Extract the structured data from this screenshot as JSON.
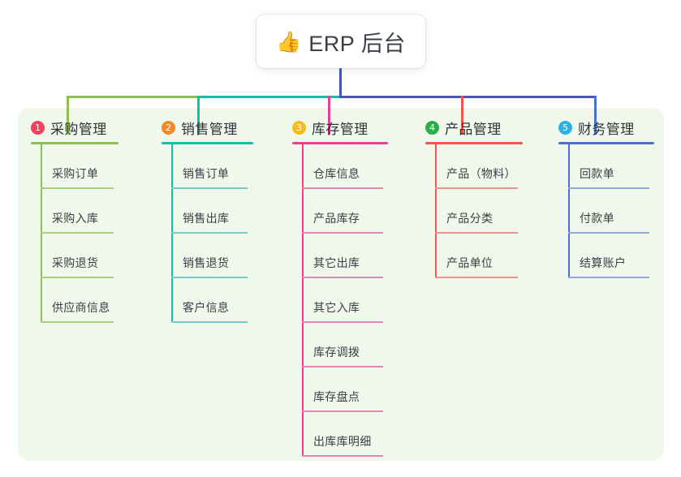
{
  "diagram": {
    "type": "mind-map",
    "root": {
      "emoji": "👍",
      "emoji_name": "thumbs-up-icon",
      "title": "ERP 后台"
    },
    "panel_color": "#eff8ea",
    "trunk_color": "#4455bb",
    "columns": [
      {
        "number": "1",
        "title": "采购管理",
        "badge_color": "#f2405f",
        "line_color": "#8cc152",
        "leaf_line_color": "#a8cf7e",
        "items": [
          "采购订单",
          "采购入库",
          "采购退货",
          "供应商信息"
        ]
      },
      {
        "number": "2",
        "title": "销售管理",
        "badge_color": "#f0892f",
        "line_color": "#15bfa5",
        "leaf_line_color": "#6fcfc2",
        "items": [
          "销售订单",
          "销售出库",
          "销售退货",
          "客户信息"
        ]
      },
      {
        "number": "3",
        "title": "库存管理",
        "badge_color": "#f6bb1c",
        "line_color": "#e83f92",
        "leaf_line_color": "#ef7fb4",
        "items": [
          "仓库信息",
          "产品库存",
          "其它出库",
          "其它入库",
          "库存调拨",
          "库存盘点",
          "出库库明细"
        ]
      },
      {
        "number": "4",
        "title": "产品管理",
        "badge_color": "#29ae48",
        "line_color": "#f2564f",
        "leaf_line_color": "#f2918c",
        "items": [
          "产品（物料）",
          "产品分类",
          "产品单位"
        ]
      },
      {
        "number": "5",
        "title": "财务管理",
        "badge_color": "#2bb3e8",
        "line_color": "#4a6fd4",
        "leaf_line_color": "#8fa6e0",
        "items": [
          "回款单",
          "付款单",
          "结算账户"
        ]
      }
    ],
    "bus": {
      "segments": [
        {
          "name": "bus-segment-green",
          "color": "#8cc152"
        },
        {
          "name": "bus-segment-teal",
          "color": "#15bfa5"
        },
        {
          "name": "bus-segment-blue",
          "color": "#4a55c4"
        }
      ]
    }
  }
}
